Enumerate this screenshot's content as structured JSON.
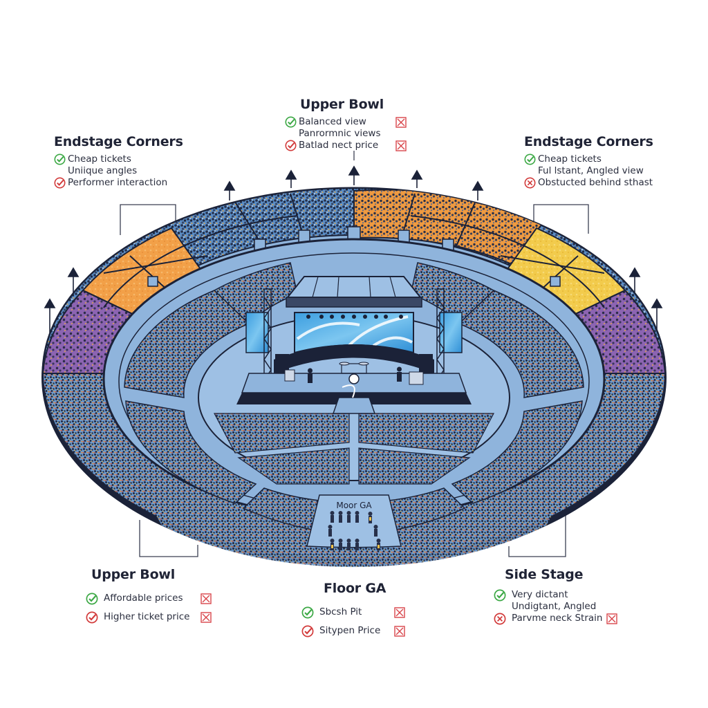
{
  "diagram": {
    "type": "concert-stadium-seating-map",
    "colors": {
      "outline": "#1b2238",
      "concourse": "#8fb4dc",
      "floor": "#9ec0e4",
      "blue_section": "#4f86c2",
      "orange_section": "#f0a044",
      "yellow_section": "#f2cc4a",
      "purple_section": "#8a62b0",
      "crowd_dark": "#27304a",
      "screen": "#4fb0e8",
      "check_green": "#3ba844",
      "check_red": "#d23a3a",
      "x_red": "#d8454a"
    },
    "floor_label": "Moor GA"
  },
  "callouts": {
    "top_center": {
      "title": "Upper Bowl",
      "items": [
        {
          "icon": "check-green",
          "text": "Balanced view",
          "x_box": true
        },
        {
          "icon": "none",
          "text": "Panrormnic views",
          "x_box": false
        },
        {
          "icon": "check-red",
          "text": "Batlad nect price",
          "x_box": true
        }
      ]
    },
    "top_left": {
      "title": "Endstage Corners",
      "items": [
        {
          "icon": "check-green",
          "text": "Cheap tickets"
        },
        {
          "icon": "none",
          "text": "Uniique angles"
        },
        {
          "icon": "check-red",
          "text": "Performer interaction"
        }
      ]
    },
    "top_right": {
      "title": "Endstage Corners",
      "items": [
        {
          "icon": "check-green",
          "text": "Cheap tickets"
        },
        {
          "icon": "none",
          "text": "Ful lstant, Angled view"
        },
        {
          "icon": "x-circle-red",
          "text": "Obstucted behind sthast"
        }
      ]
    },
    "bottom_left": {
      "title": "Upper Bowl",
      "items": [
        {
          "icon": "check-green",
          "text": "Affordable prices",
          "x_box": true
        },
        {
          "icon": "check-red",
          "text": "Higher ticket price",
          "x_box": true
        }
      ]
    },
    "bottom_center": {
      "title": "Floor GA",
      "items": [
        {
          "icon": "check-green",
          "text": "Sbcsh Pit",
          "x_box": true
        },
        {
          "icon": "check-red",
          "text": "Sitypen Price",
          "x_box": true
        }
      ]
    },
    "bottom_right": {
      "title": "Side Stage",
      "items": [
        {
          "icon": "check-green",
          "text": "Very dictant",
          "x_box": false
        },
        {
          "icon": "none",
          "text": "Undigtant, Angled",
          "x_box": false
        },
        {
          "icon": "x-circle-red",
          "text": "Parvme neck Strain",
          "x_box": true
        }
      ]
    }
  }
}
